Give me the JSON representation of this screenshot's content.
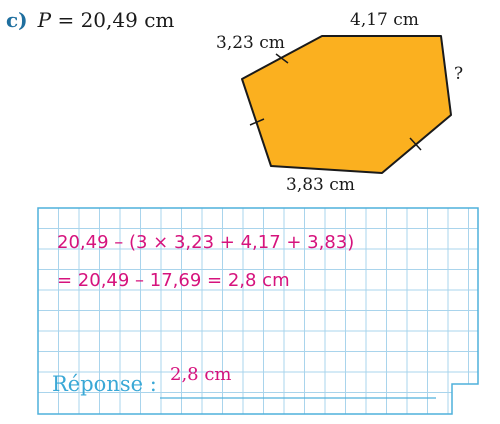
{
  "exercise": {
    "letter": "c)",
    "perimeter_symbol": "P",
    "perimeter_text": " = 20,49 cm"
  },
  "figure": {
    "fill_color": "#fbb01f",
    "stroke_color": "#1a1a1a",
    "side_top": "4,17 cm",
    "side_upper_left": "3,23 cm",
    "side_right": "?",
    "side_bottom": "3,83 cm"
  },
  "work": {
    "line1": "20,49 – (3 × 3,23 + 4,17 + 3,83)",
    "line2": "= 20,49 – 17,69 = 2,8 cm",
    "answer_label": "Réponse :",
    "answer_value": "2,8 cm",
    "grid_color": "#a9d4ec",
    "ink_color": "#d6137d"
  }
}
